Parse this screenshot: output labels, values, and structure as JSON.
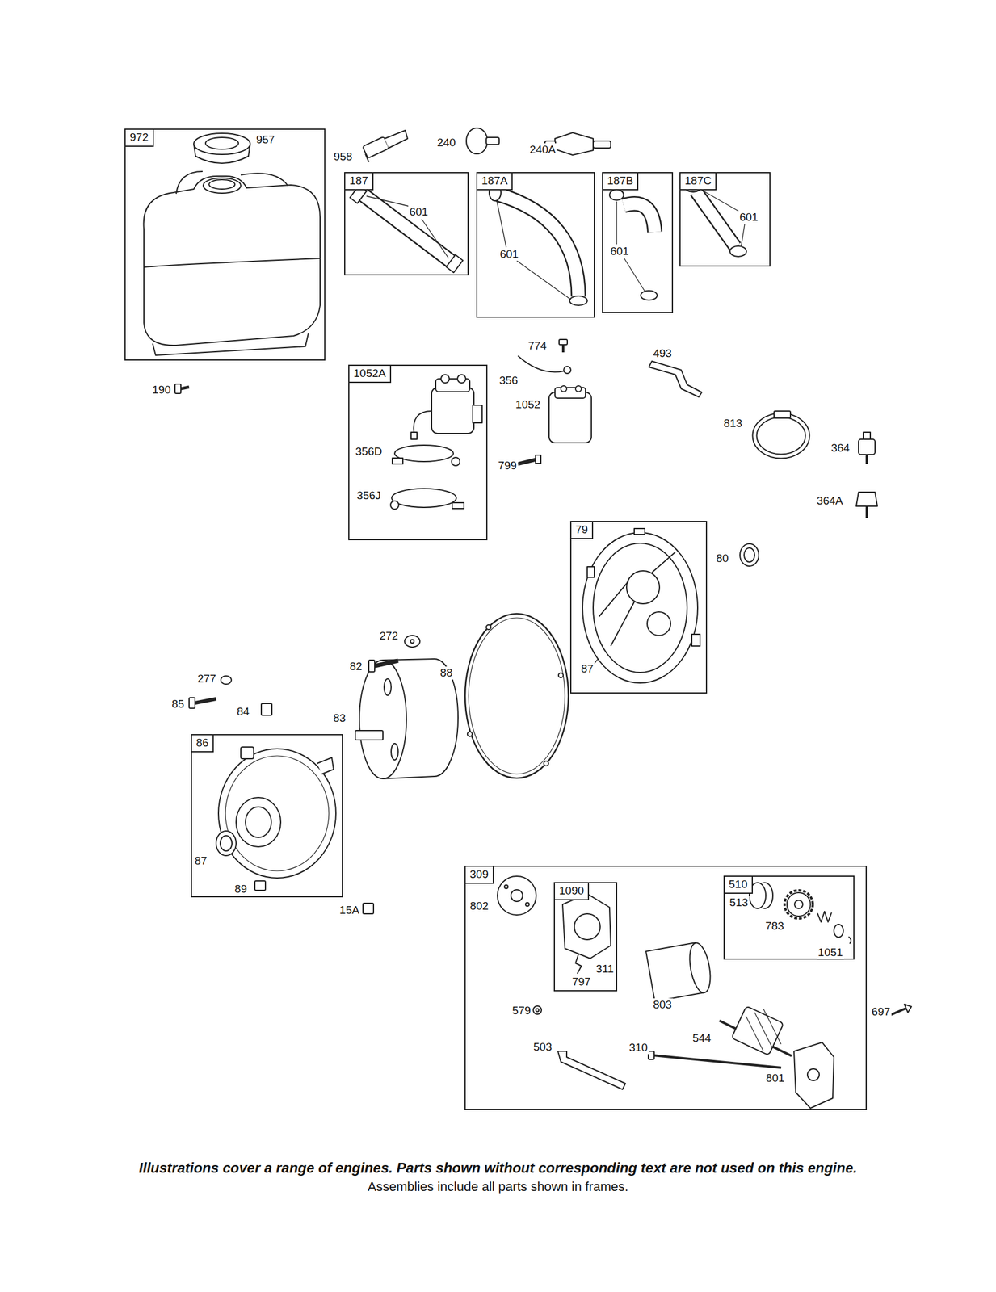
{
  "diagram": {
    "caption": "Illustrations cover a range of engines. Parts shown without corresponding text are not used on this engine.",
    "nodes": [
      {
        "text": [
          "972"
        ]
      },
      {
        "text": [
          "187"
        ]
      },
      {
        "text": [
          "187A"
        ]
      },
      {
        "text": [
          "187B"
        ]
      },
      {
        "text": [
          "187C"
        ]
      },
      {
        "text": [
          "1052A"
        ]
      },
      {
        "text": [
          "79"
        ]
      },
      {
        "text": [
          "86"
        ]
      },
      {
        "text": [
          "309"
        ]
      },
      {
        "text": [
          "1090"
        ],
        "in": 8
      },
      {
        "text": [
          "510"
        ],
        "in": 8
      }
    ],
    "labels": [
      "957",
      "958",
      "240",
      "240A",
      "601",
      "601",
      "601",
      "601",
      "190",
      "774",
      "356",
      "493",
      "1052",
      "799",
      "356D",
      "356J",
      "813",
      "364",
      "364A",
      "80",
      "87",
      "272",
      "82",
      "88",
      "277",
      "85",
      "84",
      "83",
      "87",
      "89",
      "15A",
      "802",
      "311",
      "797",
      "513",
      "783",
      "1051",
      "579",
      "803",
      "544",
      "697",
      "310",
      "503",
      "801",
      "Assemblies include all parts shown in frames."
    ]
  }
}
